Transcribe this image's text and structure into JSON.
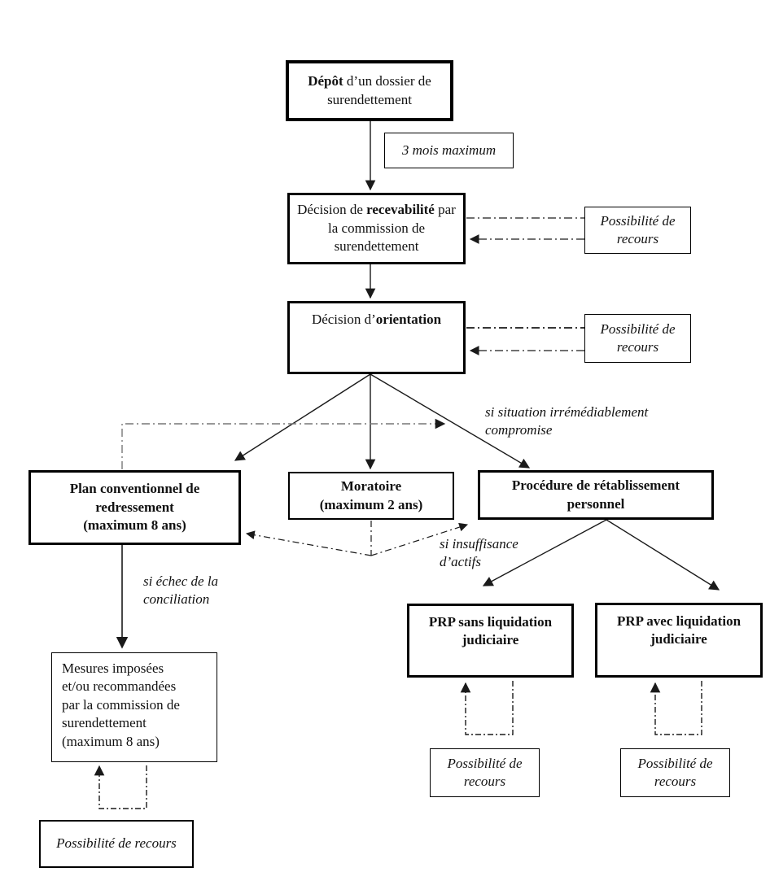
{
  "diagram": {
    "title_hint": "Procédure de traitement du surendettement (flowchart)",
    "nodes": {
      "depot": {
        "bold": "Dépôt",
        "rest": " d’un dossier de surendettement"
      },
      "delai": {
        "text": "3 mois maximum"
      },
      "recevabilite": {
        "pre": "Décision de ",
        "bold": "recevabilité",
        "post": " par la commission de surendettement"
      },
      "orientation": {
        "pre": "Décision d’",
        "bold": "orientation"
      },
      "plan": {
        "lines": [
          "Plan conventionnel de",
          "redressement",
          "(maximum 8 ans)"
        ]
      },
      "moratoire": {
        "lines": [
          "Moratoire",
          "(maximum 2 ans)"
        ]
      },
      "prp": {
        "lines": [
          "Procédure de rétablissement",
          "personnel"
        ]
      },
      "prp_sans": {
        "lines": [
          "PRP sans liquidation",
          "judiciaire"
        ]
      },
      "prp_avec": {
        "lines": [
          "PRP avec liquidation",
          "judiciaire"
        ]
      },
      "mesures": {
        "lines": [
          "Mesures imposées",
          "et/ou recommandées",
          "par la commission de",
          "surendettement",
          "(maximum 8 ans)"
        ]
      },
      "recours": {
        "text": "Possibilité de recours"
      }
    },
    "labels": {
      "situation": "si situation irrémédiablement compromise",
      "insuffisance": "si insuffisance d’actifs",
      "echec": "si échec de la conciliation"
    },
    "connections": [
      "Dépôt → Décision de recevabilité (3 mois maximum)",
      "Décision de recevabilité ⇠⇢ Possibilité de recours",
      "Décision de recevabilité → Décision d'orientation",
      "Décision d'orientation ⇠⇢ Possibilité de recours",
      "Décision d'orientation → Plan conventionnel de redressement",
      "Décision d'orientation → Moratoire",
      "Décision d'orientation → Procédure de rétablissement personnel (si situation irrémédiablement compromise)",
      "Plan conventionnel ⇠⇢ Moratoire ⇠⇢ Procédure de rétablissement personnel",
      "Plan conventionnel → Mesures imposées et/ou recommandées (si échec de la conciliation)",
      "Procédure de rétablissement personnel → PRP sans liquidation judiciaire (si insuffisance d'actifs)",
      "Procédure de rétablissement personnel → PRP avec liquidation judiciaire",
      "Mesures imposées ⇠ Possibilité de recours",
      "PRP sans liquidation ⇠ Possibilité de recours",
      "PRP avec liquidation ⇠ Possibilité de recours"
    ],
    "colors": {
      "line": "#1a1a1a",
      "muted_line": "#777777",
      "box_border": "#000000",
      "background": "#ffffff"
    }
  }
}
